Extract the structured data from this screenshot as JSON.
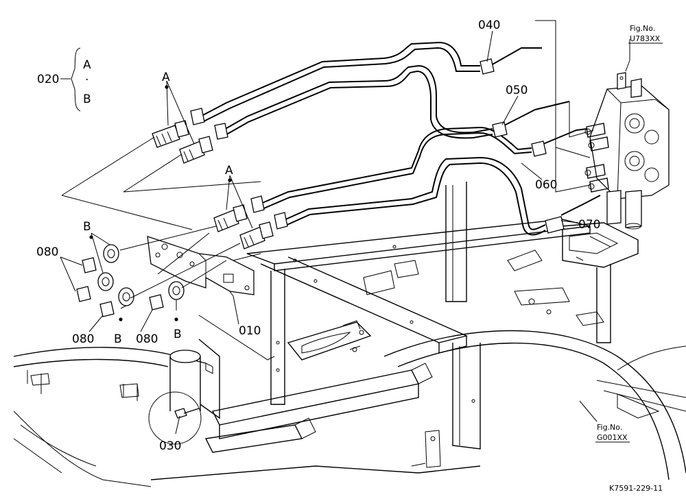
{
  "diagram": {
    "fig_refs": [
      {
        "line1": "Fig.No.",
        "line2": "U783XX"
      },
      {
        "line1": "Fig.No.",
        "line2": "G001XX"
      }
    ],
    "drawing_id": "K7591-229-11",
    "callouts": {
      "p010": "010",
      "p020": "020",
      "p030": "030",
      "p040": "040",
      "p050": "050",
      "p060": "060",
      "p070": "070",
      "p080a": "080",
      "p080b": "080",
      "p080c": "080"
    },
    "group_020": {
      "opt_a": "A",
      "sep": "·",
      "opt_b": "B"
    },
    "markers": {
      "a1": "A",
      "a2": "A",
      "b1": "B",
      "b2": "B",
      "b3": "B"
    }
  }
}
